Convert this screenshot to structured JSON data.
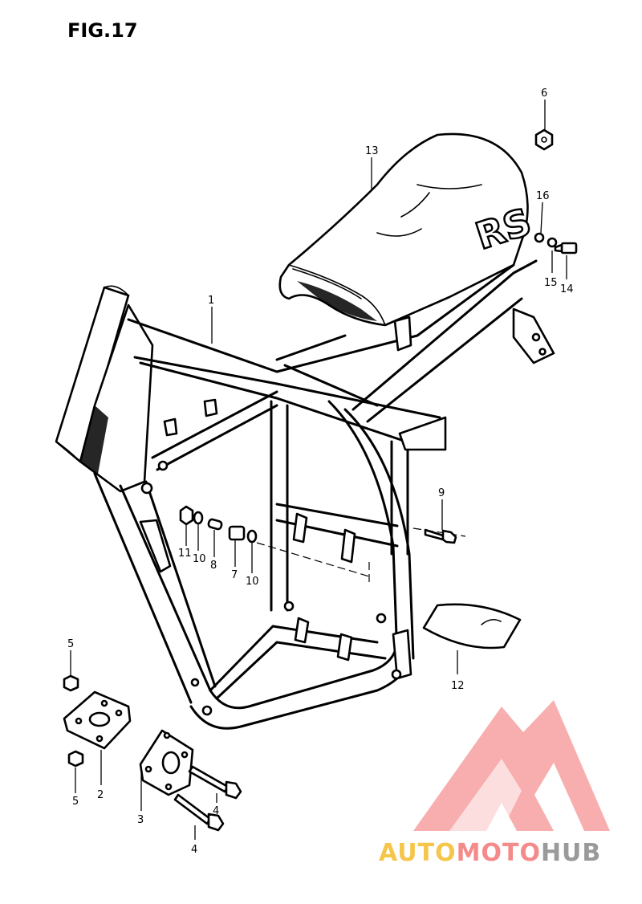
{
  "figure": {
    "title": "FIG.17"
  },
  "callouts": {
    "n1": "1",
    "n2": "2",
    "n3": "3",
    "n4a": "4",
    "n4b": "4",
    "n5a": "5",
    "n5b": "5",
    "n6": "6",
    "n7": "7",
    "n8": "8",
    "n9": "9",
    "n10a": "10",
    "n10b": "10",
    "n11": "11",
    "n12": "12",
    "n13": "13",
    "n14": "14",
    "n15": "15",
    "n16": "16"
  },
  "seat_badge": "RS",
  "watermark": {
    "part1": "AUTO",
    "part2": "MOTO",
    "part3": "HUB",
    "colors": {
      "part1": "#f5c64a",
      "part2": "#f58a8a",
      "part3": "#9a9a9a",
      "logo": "#f7a1a1"
    }
  }
}
